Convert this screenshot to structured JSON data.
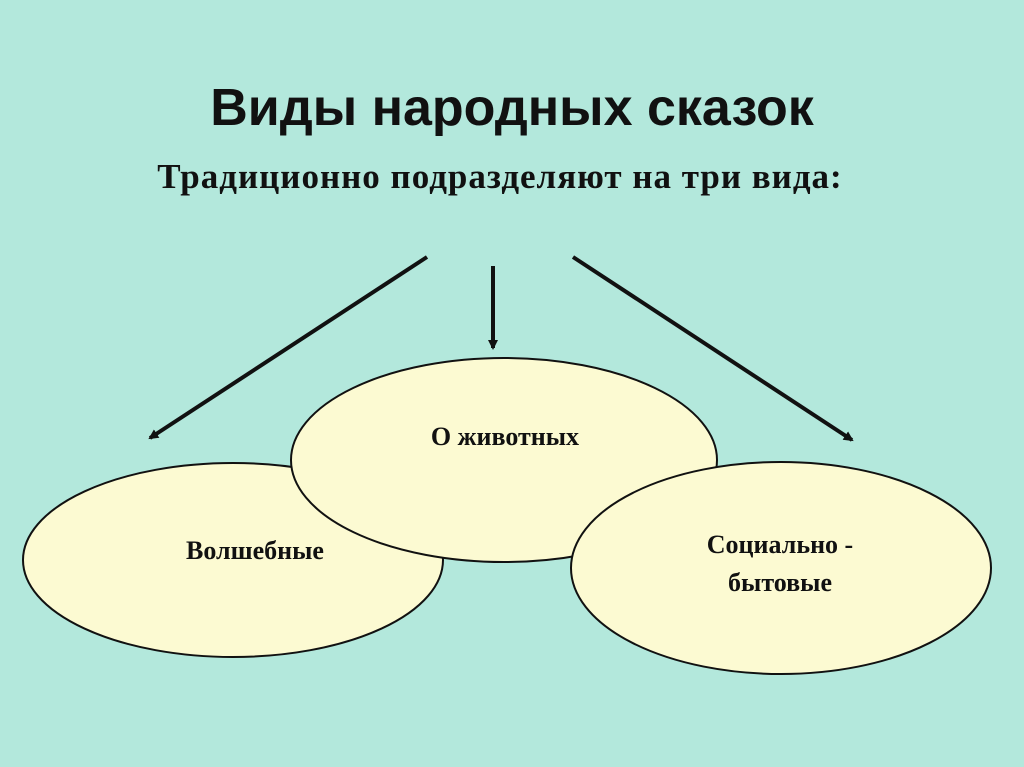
{
  "slide": {
    "title": "Виды народных сказок",
    "subtitle": "Традиционно подразделяют на три вида:"
  },
  "colors": {
    "background": "#b3e8dc",
    "oval_fill": "#fcfad2",
    "stroke": "#111111"
  },
  "types": [
    {
      "label": "Волшебные"
    },
    {
      "label": "О животных"
    },
    {
      "label": "Социально - бытовые"
    }
  ]
}
